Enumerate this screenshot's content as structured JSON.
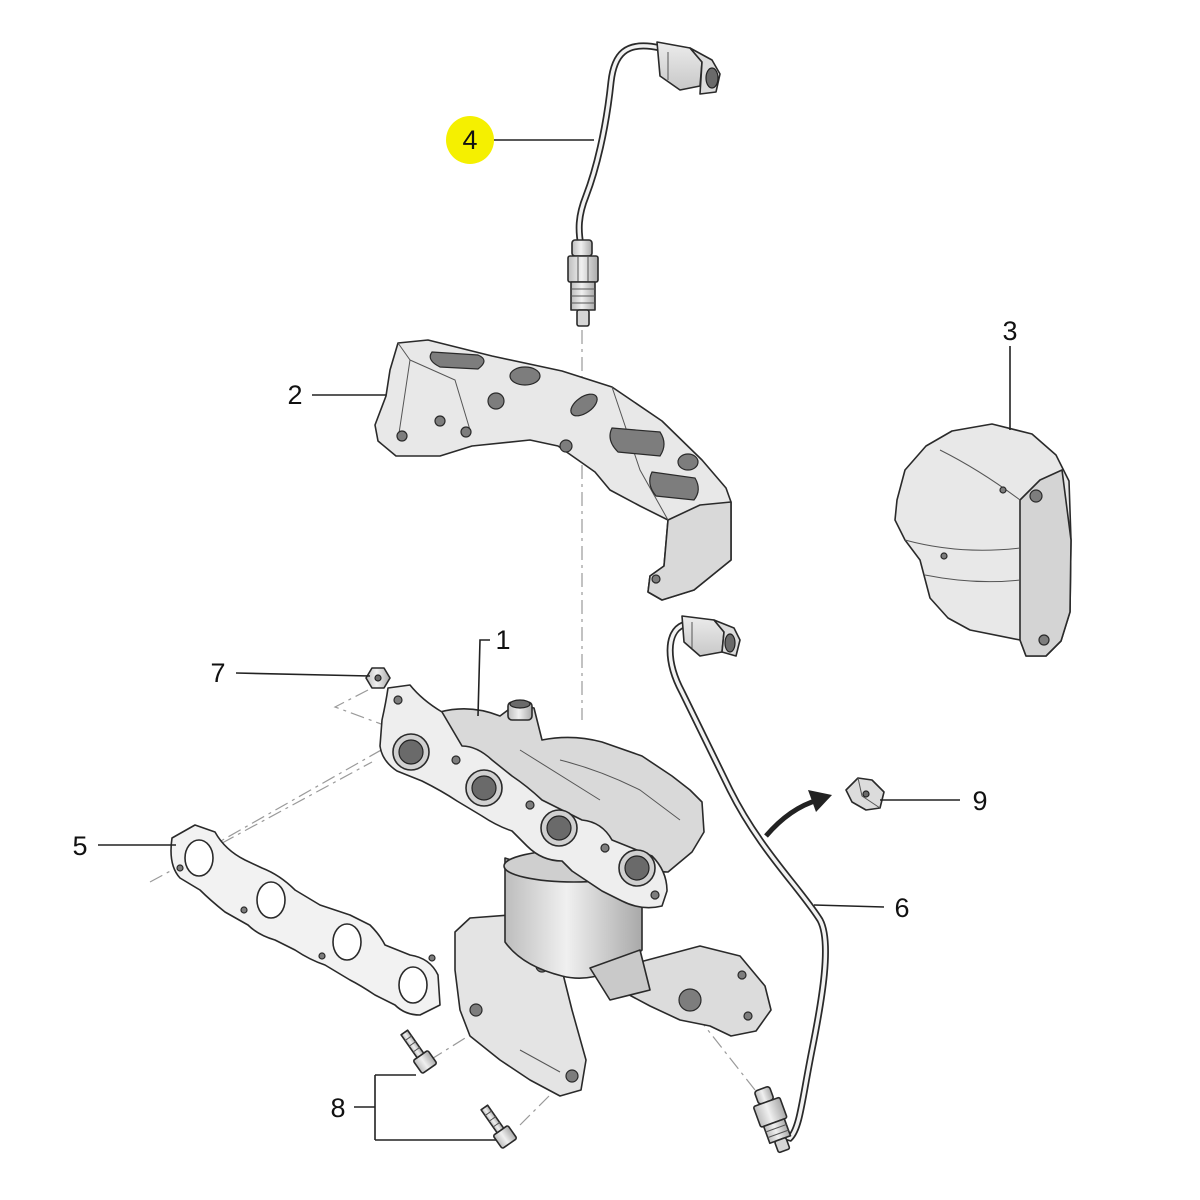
{
  "labels": {
    "part_1": "1",
    "part_2": "2",
    "part_3": "3",
    "part_4": "4",
    "part_5": "5",
    "part_6": "6",
    "part_7": "7",
    "part_8": "8",
    "part_9": "9"
  },
  "colors": {
    "highlight": "#f5f000",
    "line": "#222222",
    "part_fill": "#e6e6e6"
  }
}
